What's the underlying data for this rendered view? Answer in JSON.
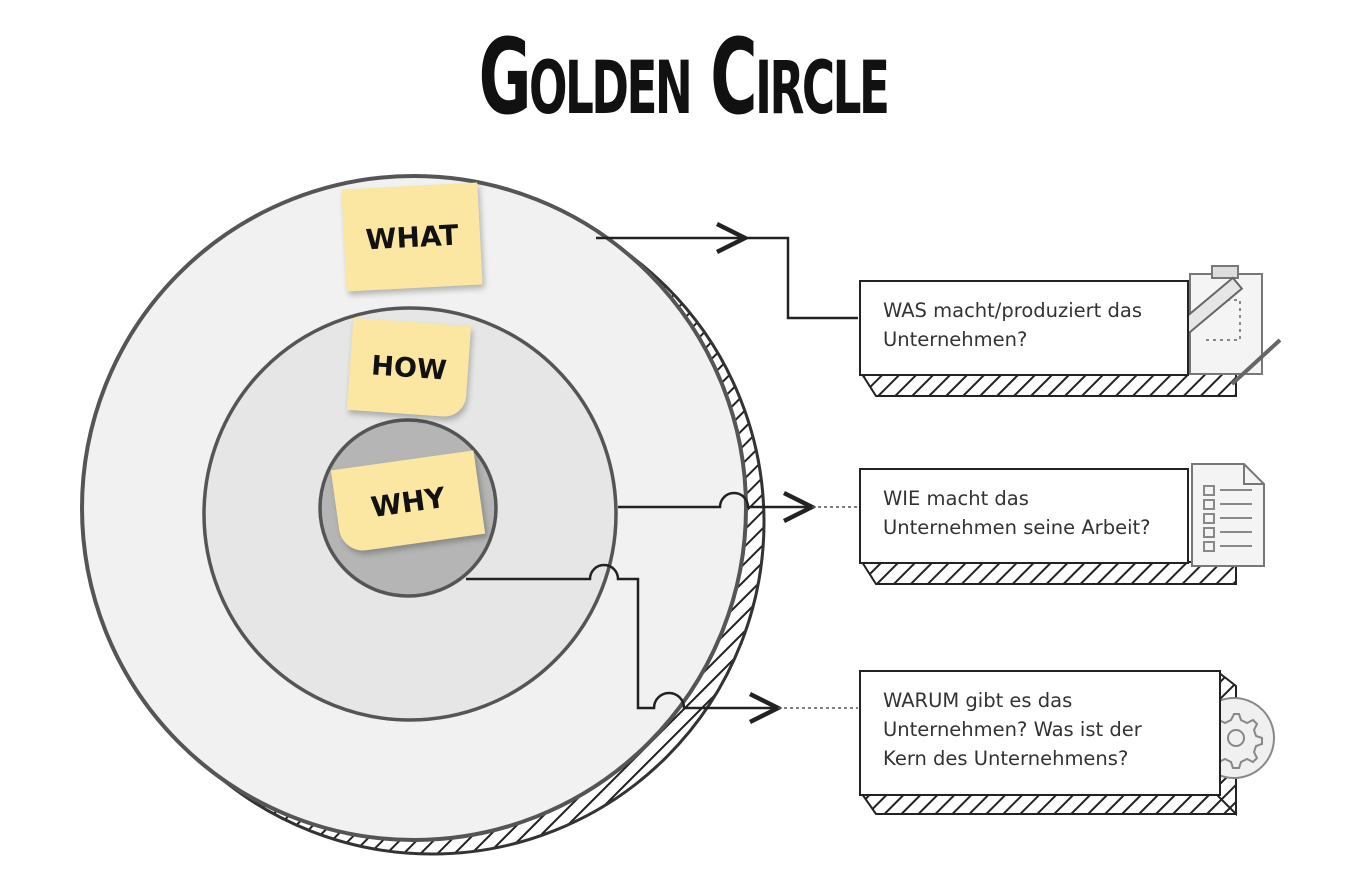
{
  "title": "Golden Circle",
  "notes": {
    "what": "WHAT",
    "how": "HOW",
    "why": "WHY"
  },
  "boxes": {
    "was": {
      "line1": "WAS macht/produziert das",
      "line2": "Unternehmen?",
      "icon": "clipboard-ruler-icon"
    },
    "wie": {
      "line1": "WIE macht das",
      "line2": "Unternehmen seine Arbeit?",
      "icon": "checklist-document-icon"
    },
    "warum": {
      "line1": "WARUM gibt es das",
      "line2": "Unternehmen? Was ist der",
      "line3": "Kern des Unternehmens?",
      "icon": "gear-icon"
    }
  }
}
